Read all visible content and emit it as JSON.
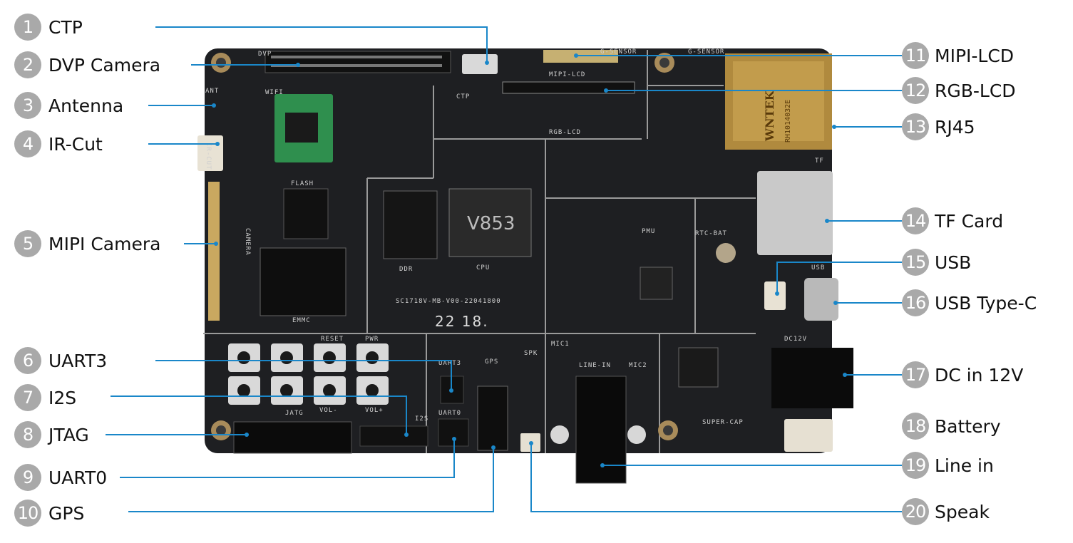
{
  "callouts": [
    {
      "num": "1",
      "label": "CTP",
      "side": "left"
    },
    {
      "num": "2",
      "label": "DVP Camera",
      "side": "left"
    },
    {
      "num": "3",
      "label": "Antenna",
      "side": "left"
    },
    {
      "num": "4",
      "label": "IR-Cut",
      "side": "left"
    },
    {
      "num": "5",
      "label": "MIPI Camera",
      "side": "left"
    },
    {
      "num": "6",
      "label": "UART3",
      "side": "left"
    },
    {
      "num": "7",
      "label": "I2S",
      "side": "left"
    },
    {
      "num": "8",
      "label": "JTAG",
      "side": "left"
    },
    {
      "num": "9",
      "label": "UART0",
      "side": "left"
    },
    {
      "num": "10",
      "label": "GPS",
      "side": "left"
    },
    {
      "num": "11",
      "label": "MIPI-LCD",
      "side": "right"
    },
    {
      "num": "12",
      "label": "RGB-LCD",
      "side": "right"
    },
    {
      "num": "13",
      "label": "RJ45",
      "side": "right"
    },
    {
      "num": "14",
      "label": "TF Card",
      "side": "right"
    },
    {
      "num": "15",
      "label": "USB",
      "side": "right"
    },
    {
      "num": "16",
      "label": "USB Type-C",
      "side": "right"
    },
    {
      "num": "17",
      "label": "DC in 12V",
      "side": "right"
    },
    {
      "num": "18",
      "label": "Battery",
      "side": "right"
    },
    {
      "num": "19",
      "label": "Line in",
      "side": "right"
    },
    {
      "num": "20",
      "label": "Speak",
      "side": "right"
    }
  ],
  "board": {
    "silkscreen": {
      "dvp": "DVP",
      "ant": "ANT",
      "wifi": "WIFI",
      "ctp": "CTP",
      "mipi_lcd": "MIPI-LCD",
      "rgb_lcd": "RGB-LCD",
      "g_sensor_1": "G-SENSOR",
      "g_sensor_2": "G-SENSOR",
      "ir_cut": "IR-CUT",
      "flash": "FLASH",
      "camera": "CAMERA",
      "emmc": "EMMC",
      "ddr": "DDR",
      "cpu": "CPU",
      "cpu_chip": "V853",
      "pmu": "PMU",
      "rtc_bat": "RTC-BAT",
      "board_id": "SC1718V-MB-V00-22041800",
      "date_code": "22 18.",
      "usb": "USB",
      "tf": "TF",
      "dc12v": "DC12V",
      "rj45_brand": "WNTEK",
      "rj45_model": "RH1014032E",
      "uart3": "UART3",
      "uart0": "UART0",
      "gps": "GPS",
      "spk": "SPK",
      "mic1": "MIC1",
      "mic2": "MIC2",
      "line_in": "LINE-IN",
      "super_cap": "SUPER-CAP",
      "jatg": "JATG",
      "i2s": "I2S",
      "reset": "RESET",
      "pwr": "PWR",
      "vol_minus": "VOL-",
      "vol_plus": "VOL+"
    }
  }
}
